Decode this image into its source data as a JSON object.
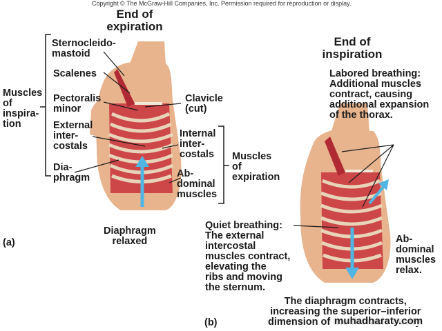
{
  "copyright": "Copyright © The McGraw-Hill Companies, Inc. Permission required for reproduction or display.",
  "panel_a": {
    "title": "End of\nexpiration",
    "panel_label": "(a)",
    "muscles_of_inspiration": "Muscles\nof\ninspira-\ntion",
    "sternocleidomastoid": "Sternocleido-\nmastoid",
    "scalenes": "Scalenes",
    "pectoralis_minor": "Pectoralis\nminor",
    "external_intercostals": "External\ninter-\ncostals",
    "diaphragm": "Dia-\nphragm",
    "clavicle": "Clavicle\n(cut)",
    "internal_intercostals": "Internal\ninter-\ncostals",
    "abdominal_muscles": "Ab-\ndominal\nmuscles",
    "muscles_of_expiration": "Muscles\nof\nexpiration",
    "caption": "Diaphragm\nrelaxed"
  },
  "panel_b": {
    "title": "End of\ninspiration",
    "panel_label": "(b)",
    "labored_breathing": "Labored breathing:\nAdditional muscles\ncontract, causing\nadditional expansion\nof the thorax.",
    "quiet_breathing": "Quiet breathing:\nThe external\nintercostal\nmuscles contract,\nelevating the\nribs and moving\nthe sternum.",
    "abdominal_relax": "Ab-\ndominal\nmuscles\nrelax.",
    "diaphragm_contracts": "The diaphragm contracts,\nincreasing the superior–inferior\ndimension of the thoracic cavity."
  },
  "watermark": "muhadharaty.com",
  "colors": {
    "skin": "#e8b48e",
    "muscle": "#c8323c",
    "rib": "#e9dcc0",
    "arrow": "#4fb6e3"
  }
}
